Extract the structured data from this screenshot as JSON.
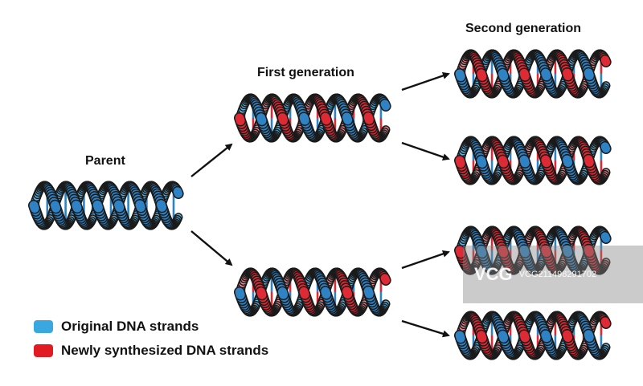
{
  "labels": {
    "parent": "Parent",
    "first_generation": "First generation",
    "second_generation": "Second generation"
  },
  "legend": [
    {
      "label": "Original DNA strands",
      "color": "#3aa8e0"
    },
    {
      "label": "Newly synthesized DNA strands",
      "color": "#e21b23"
    }
  ],
  "colors": {
    "original_front": "#2f83c4",
    "original_back": "#5cb7e8",
    "new_front": "#dd2a34",
    "new_back": "#ee8b94",
    "outline": "#1a1a1a",
    "arrow": "#111111"
  },
  "helices": [
    {
      "id": "parent",
      "strands": [
        "original",
        "original"
      ]
    },
    {
      "id": "first-top",
      "strands": [
        "new",
        "original"
      ]
    },
    {
      "id": "first-bottom",
      "strands": [
        "original",
        "new"
      ]
    },
    {
      "id": "second-1",
      "strands": [
        "original",
        "new"
      ]
    },
    {
      "id": "second-2",
      "strands": [
        "new",
        "original"
      ]
    },
    {
      "id": "second-3",
      "strands": [
        "new",
        "original"
      ]
    },
    {
      "id": "second-4",
      "strands": [
        "original",
        "new"
      ]
    }
  ],
  "arrows": [
    {
      "from": "parent",
      "to": "first-top"
    },
    {
      "from": "parent",
      "to": "first-bottom"
    },
    {
      "from": "first-top",
      "to": "second-1"
    },
    {
      "from": "first-top",
      "to": "second-2"
    },
    {
      "from": "first-bottom",
      "to": "second-3"
    },
    {
      "from": "first-bottom",
      "to": "second-4"
    }
  ],
  "watermark": {
    "logo": "VCG",
    "text": "VCG211498291702"
  }
}
